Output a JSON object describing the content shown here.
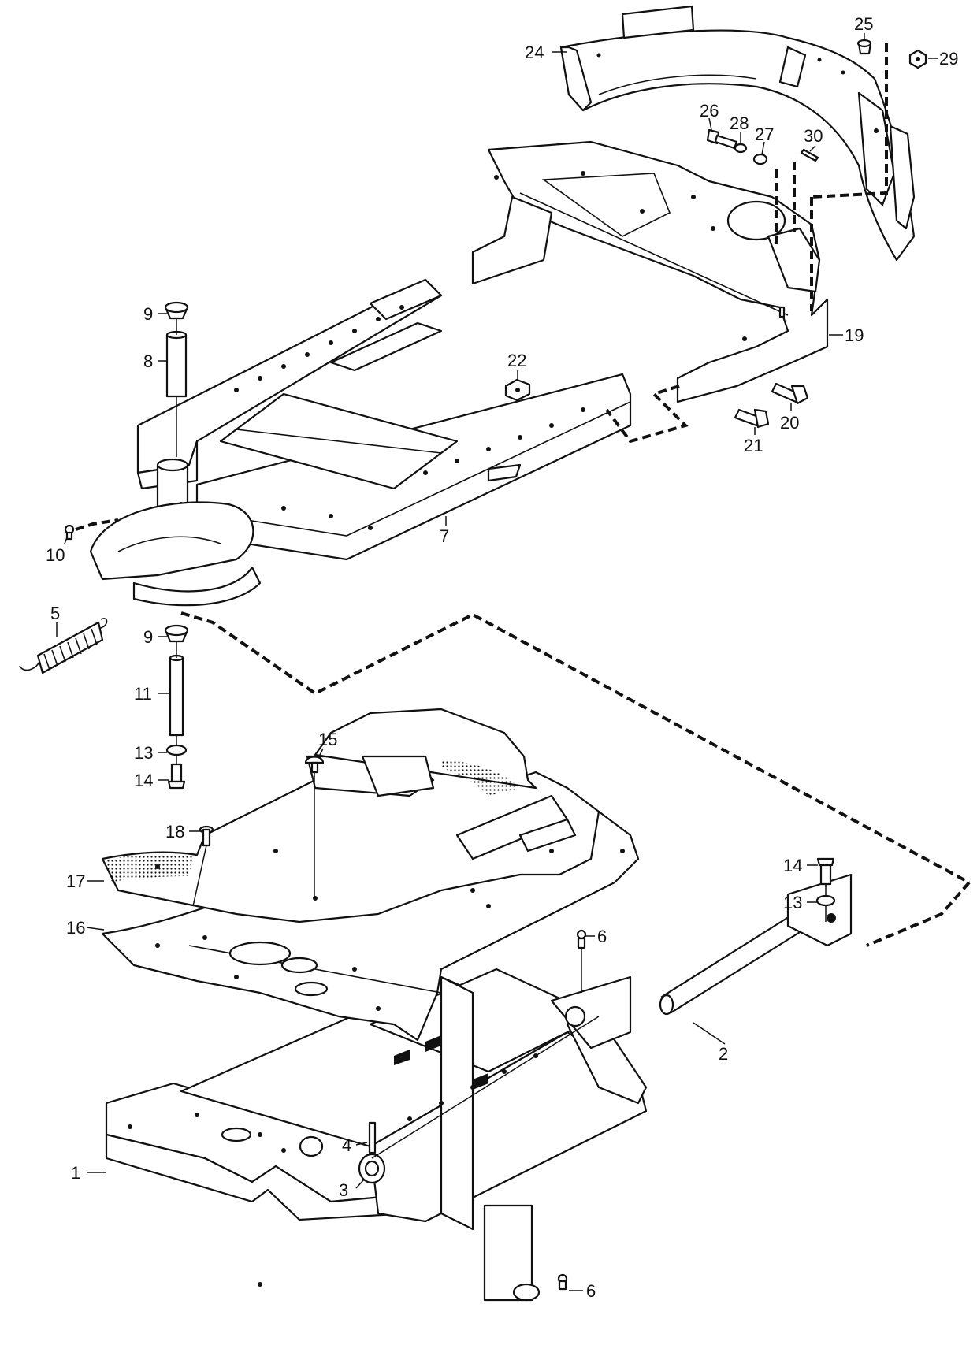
{
  "callouts": [
    {
      "id": "c24",
      "label": "24"
    },
    {
      "id": "c25",
      "label": "25"
    },
    {
      "id": "c29",
      "label": "29"
    },
    {
      "id": "c26",
      "label": "26"
    },
    {
      "id": "c28",
      "label": "28"
    },
    {
      "id": "c27",
      "label": "27"
    },
    {
      "id": "c30",
      "label": "30"
    },
    {
      "id": "c19",
      "label": "19"
    },
    {
      "id": "c9a",
      "label": "9"
    },
    {
      "id": "c8",
      "label": "8"
    },
    {
      "id": "c22",
      "label": "22"
    },
    {
      "id": "c20",
      "label": "20"
    },
    {
      "id": "c21",
      "label": "21"
    },
    {
      "id": "c10",
      "label": "10"
    },
    {
      "id": "c7",
      "label": "7"
    },
    {
      "id": "c5",
      "label": "5"
    },
    {
      "id": "c9b",
      "label": "9"
    },
    {
      "id": "c11",
      "label": "11"
    },
    {
      "id": "c13a",
      "label": "13"
    },
    {
      "id": "c14a",
      "label": "14"
    },
    {
      "id": "c15",
      "label": "15"
    },
    {
      "id": "c18",
      "label": "18"
    },
    {
      "id": "c17",
      "label": "17"
    },
    {
      "id": "c16",
      "label": "16"
    },
    {
      "id": "c14b",
      "label": "14"
    },
    {
      "id": "c13b",
      "label": "13"
    },
    {
      "id": "c6a",
      "label": "6"
    },
    {
      "id": "c2",
      "label": "2"
    },
    {
      "id": "c4",
      "label": "4"
    },
    {
      "id": "c1",
      "label": "1"
    },
    {
      "id": "c3",
      "label": "3"
    },
    {
      "id": "c6b",
      "label": "6"
    }
  ]
}
